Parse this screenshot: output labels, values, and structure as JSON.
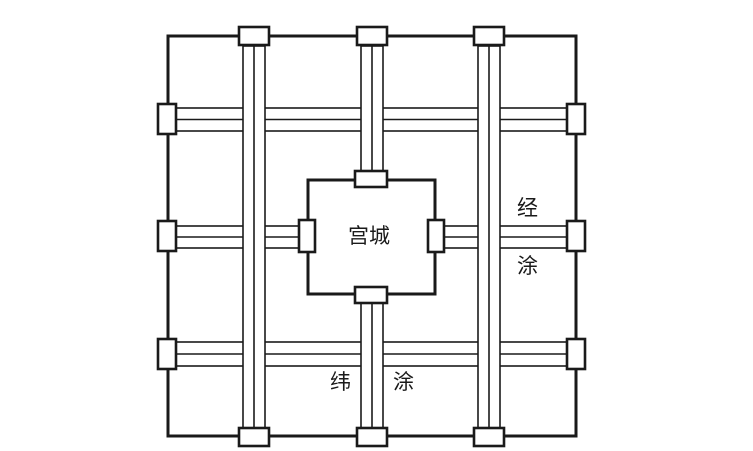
{
  "labels": {
    "palace": "宫城",
    "jingtu_1": "经",
    "jingtu_2": "涂",
    "weitu_1": "纬",
    "weitu_2": "涂"
  },
  "colors": {
    "ink": "#1a1a1a",
    "background": "#ffffff"
  }
}
